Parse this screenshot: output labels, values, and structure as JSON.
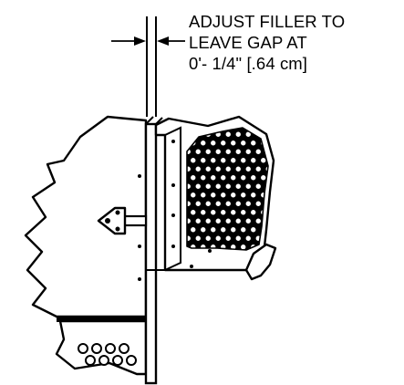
{
  "callout": {
    "line1": "ADJUST FILLER TO",
    "line2": "LEAVE GAP AT",
    "line3": "0'- 1/4\" [.64 cm]"
  },
  "colors": {
    "ink": "#000000",
    "paper": "#ffffff"
  },
  "icons": {
    "dimension_arrows": "arrow-right-icon / arrow-left-icon",
    "screw": "screw-icon",
    "perforation": "hexagonal-hole-pattern"
  }
}
